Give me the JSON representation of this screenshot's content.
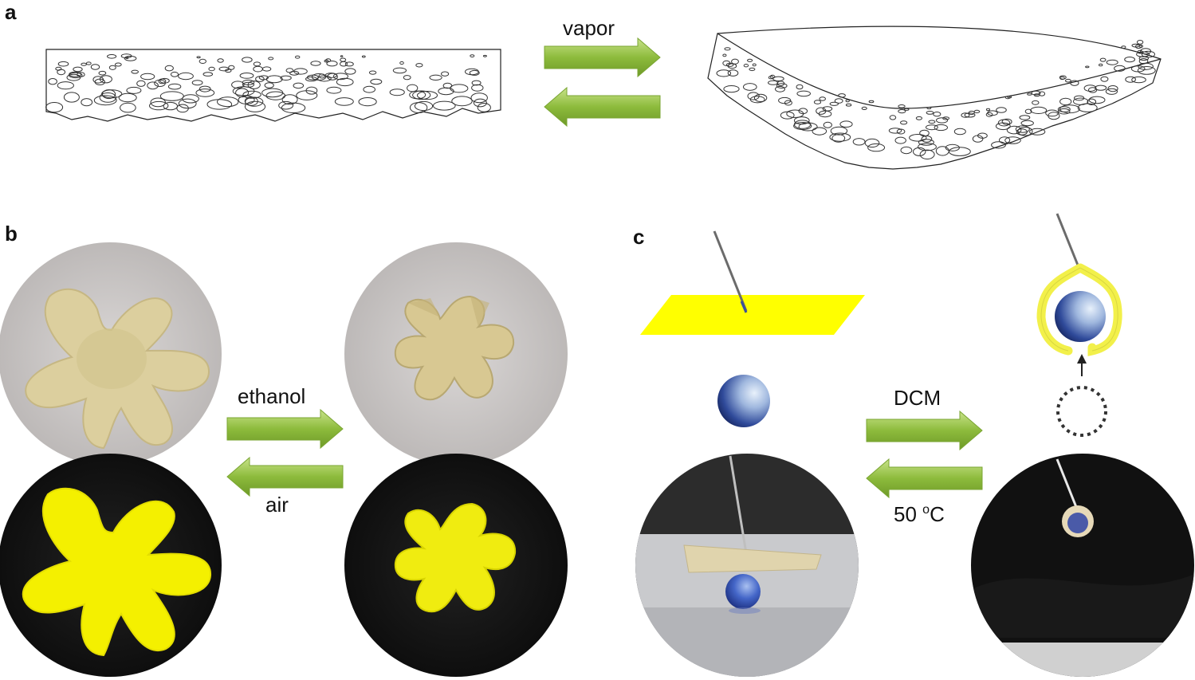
{
  "panels": {
    "a": {
      "letter": "a",
      "forward_label": "vapor"
    },
    "b": {
      "letter": "b",
      "forward_label": "ethanol",
      "reverse_label": "air"
    },
    "c": {
      "letter": "c",
      "forward_label": "DCM",
      "reverse_label_main": "50 ",
      "reverse_label_sup": "o",
      "reverse_label_unit": "C"
    }
  },
  "colors": {
    "arrow_fill": "#8dbb3c",
    "arrow_highlight": "#c8e38a",
    "film_yellow": "#ffff00",
    "ring_yellow": "#f2f04a",
    "sphere_blue": "#2a3f8f",
    "photo_bg_light": "#cfcccb",
    "photo_bg_dark": "#151515",
    "flower_beige": "#dccf9e",
    "flower_yellow": "#f4f000"
  }
}
